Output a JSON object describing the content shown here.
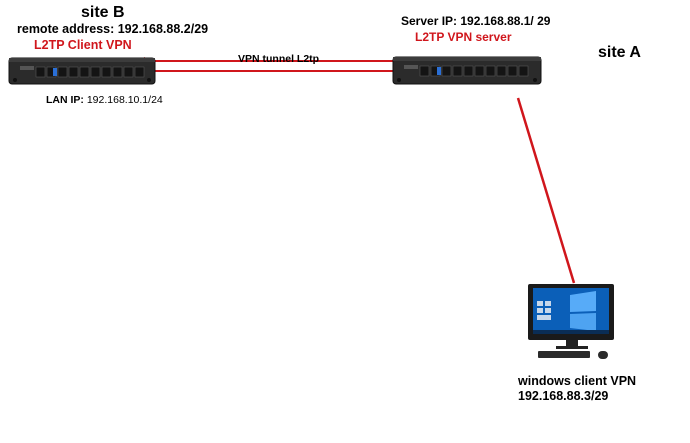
{
  "site_b": {
    "title": "site B",
    "remote_address": "remote address: 192.168.88.2/29",
    "role": "L2TP Client VPN",
    "lan_ip_label": "LAN IP:",
    "lan_ip_value": "192.168.10.1/24"
  },
  "site_a": {
    "title": "site A",
    "server_ip": "Server IP: 192.168.88.1/ 29",
    "role": "L2TP VPN server"
  },
  "tunnel": {
    "label": "VPN tunnel L2tp"
  },
  "client": {
    "name": "windows client VPN",
    "ip": "192.168.88.3/29"
  },
  "colors": {
    "link": "#d0161c",
    "role_text": "#d0161c",
    "router_body": "#2b2b2b",
    "monitor_screen": "#0b5fb8"
  },
  "icons": {
    "router_left": "router-icon",
    "router_right": "router-icon",
    "computer": "desktop-computer-icon"
  }
}
